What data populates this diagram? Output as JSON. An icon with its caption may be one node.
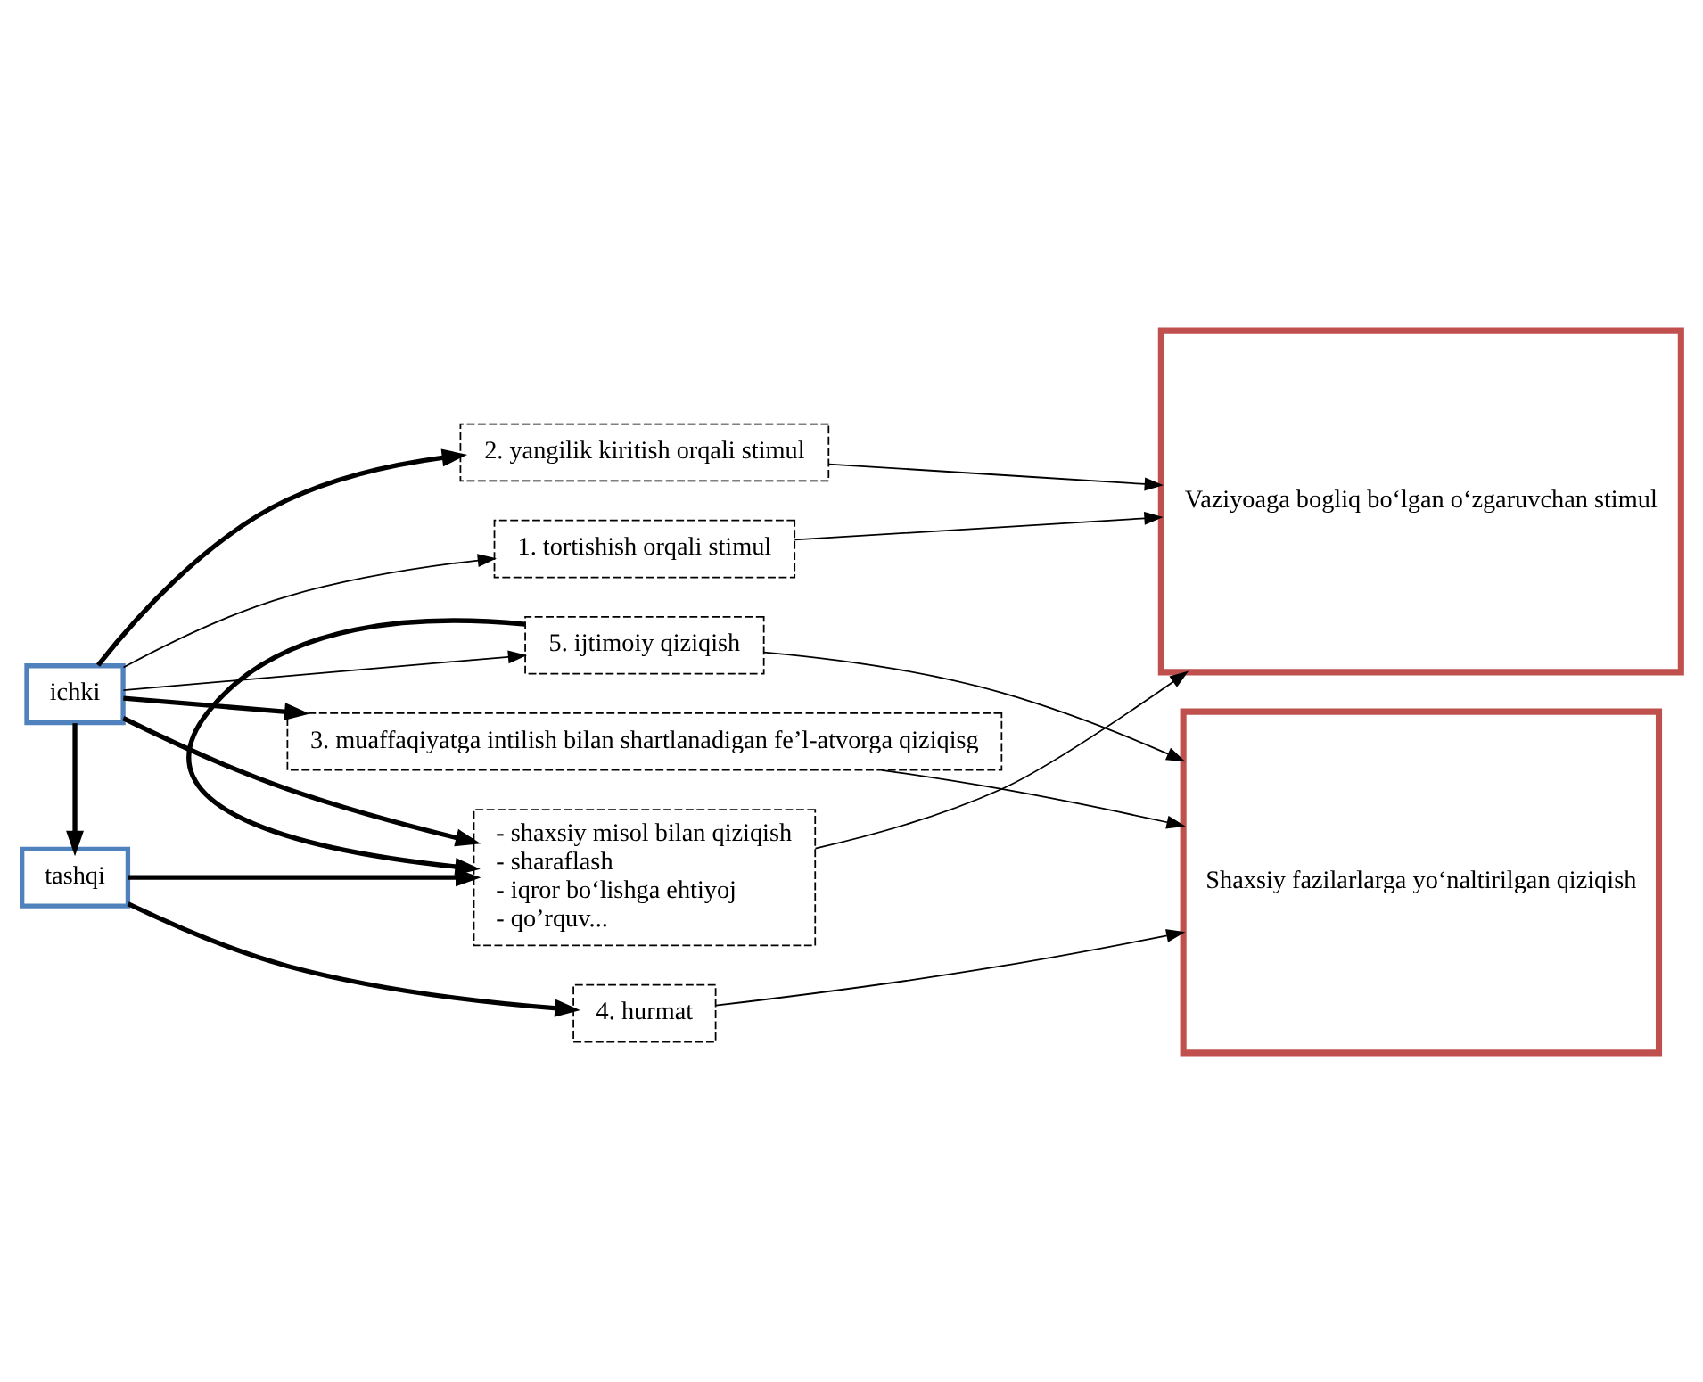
{
  "diagram": {
    "nodes": [
      {
        "text": [
          "ichki"
        ]
      },
      {
        "text": [
          "tashqi"
        ]
      },
      {
        "text": [
          "1. tortishish orqali stimul"
        ]
      },
      {
        "text": [
          "2. yangilik kiritish orqali stimul"
        ]
      },
      {
        "text": [
          "3. muaffaqiyatga intilish bilan shartlanadigan fe’l-atvorga qiziqisg"
        ]
      },
      {
        "text": [
          "4. hurmat"
        ]
      },
      {
        "text": [
          "5. ijtimoiy qiziqish"
        ]
      },
      {
        "text": [
          "- shaxsiy misol bilan qiziqish",
          "- sharaflash",
          "- iqror bo‘lishga ehtiyoj",
          "- qo’rquv..."
        ]
      },
      {
        "text": [
          "Vaziyoaga bogliq bo‘lgan o‘zgaruvchan stimul"
        ]
      },
      {
        "text": [
          "Shaxsiy fazilarlarga yo‘naltirilgan qiziqish"
        ]
      }
    ],
    "edges": [
      {
        "from": 0,
        "to": 2,
        "arrow": "to"
      },
      {
        "from": 0,
        "to": 3,
        "arrow": "to",
        "style": "thick"
      },
      {
        "from": 0,
        "to": 4,
        "arrow": "to",
        "style": "thick"
      },
      {
        "from": 0,
        "to": 6,
        "arrow": "to"
      },
      {
        "from": 0,
        "to": 7,
        "arrow": "to",
        "style": "thick"
      },
      {
        "from": 0,
        "to": 1,
        "arrow": "to",
        "style": "thick"
      },
      {
        "from": 1,
        "to": 5,
        "arrow": "to",
        "style": "thick"
      },
      {
        "from": 1,
        "to": 7,
        "arrow": "to",
        "style": "thick"
      },
      {
        "from": 2,
        "to": 8,
        "arrow": "to"
      },
      {
        "from": 3,
        "to": 8,
        "arrow": "to"
      },
      {
        "from": 4,
        "to": 9,
        "arrow": "to"
      },
      {
        "from": 5,
        "to": 9,
        "arrow": "to"
      },
      {
        "from": 6,
        "to": 9,
        "arrow": "to"
      },
      {
        "from": 6,
        "to": 7,
        "arrow": "to",
        "style": "thick"
      },
      {
        "from": 7,
        "to": 8,
        "arrow": "to"
      }
    ]
  }
}
